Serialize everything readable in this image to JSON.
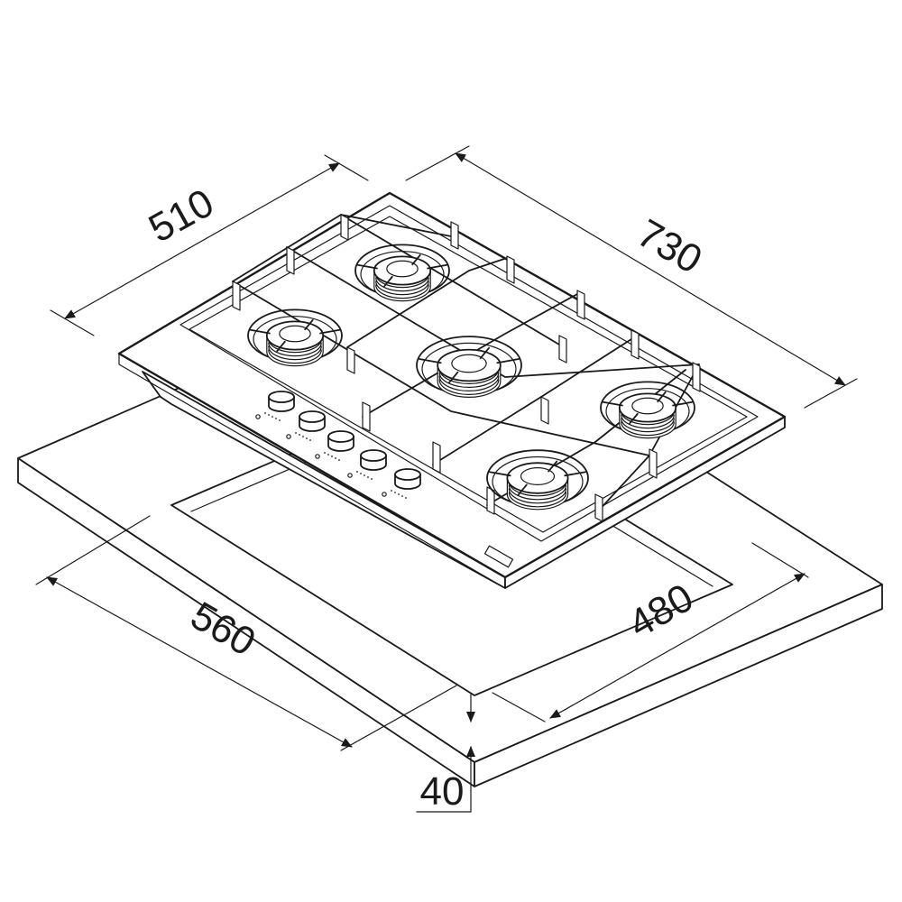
{
  "dimensions": {
    "hob_depth": "510",
    "hob_width": "730",
    "cutout_width": "560",
    "cutout_depth": "480",
    "worktop_thickness": "40"
  },
  "colors": {
    "line": "#1a1a1a",
    "background": "#ffffff"
  }
}
